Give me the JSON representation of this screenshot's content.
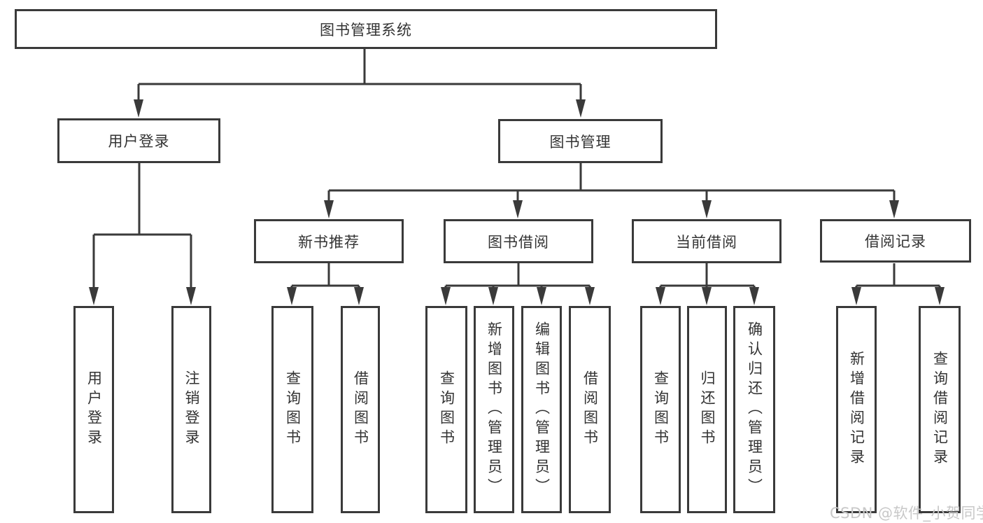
{
  "tree": {
    "root": {
      "label": "图书管理系统"
    },
    "level2": [
      {
        "label": "用户登录",
        "leaves": [
          "用户登录",
          "注销登录"
        ]
      },
      {
        "label": "图书管理",
        "children": [
          {
            "label": "新书推荐",
            "leaves": [
              "查询图书",
              "借阅图书"
            ]
          },
          {
            "label": "图书借阅",
            "leaves": [
              "查询图书",
              "新增图书（管理员）",
              "编辑图书（管理员）",
              "借阅图书"
            ]
          },
          {
            "label": "当前借阅",
            "leaves": [
              "查询图书",
              "归还图书",
              "确认归还（管理员）"
            ]
          },
          {
            "label": "借阅记录",
            "leaves": [
              "新增借阅记录",
              "查询借阅记录"
            ]
          }
        ]
      }
    ]
  },
  "watermark": {
    "text": "CSDN @软件_小贺同学"
  },
  "colors": {
    "line": "#3a3a3a",
    "text": "#333333",
    "background": "#ffffff",
    "watermark": "#c8c8c8"
  }
}
